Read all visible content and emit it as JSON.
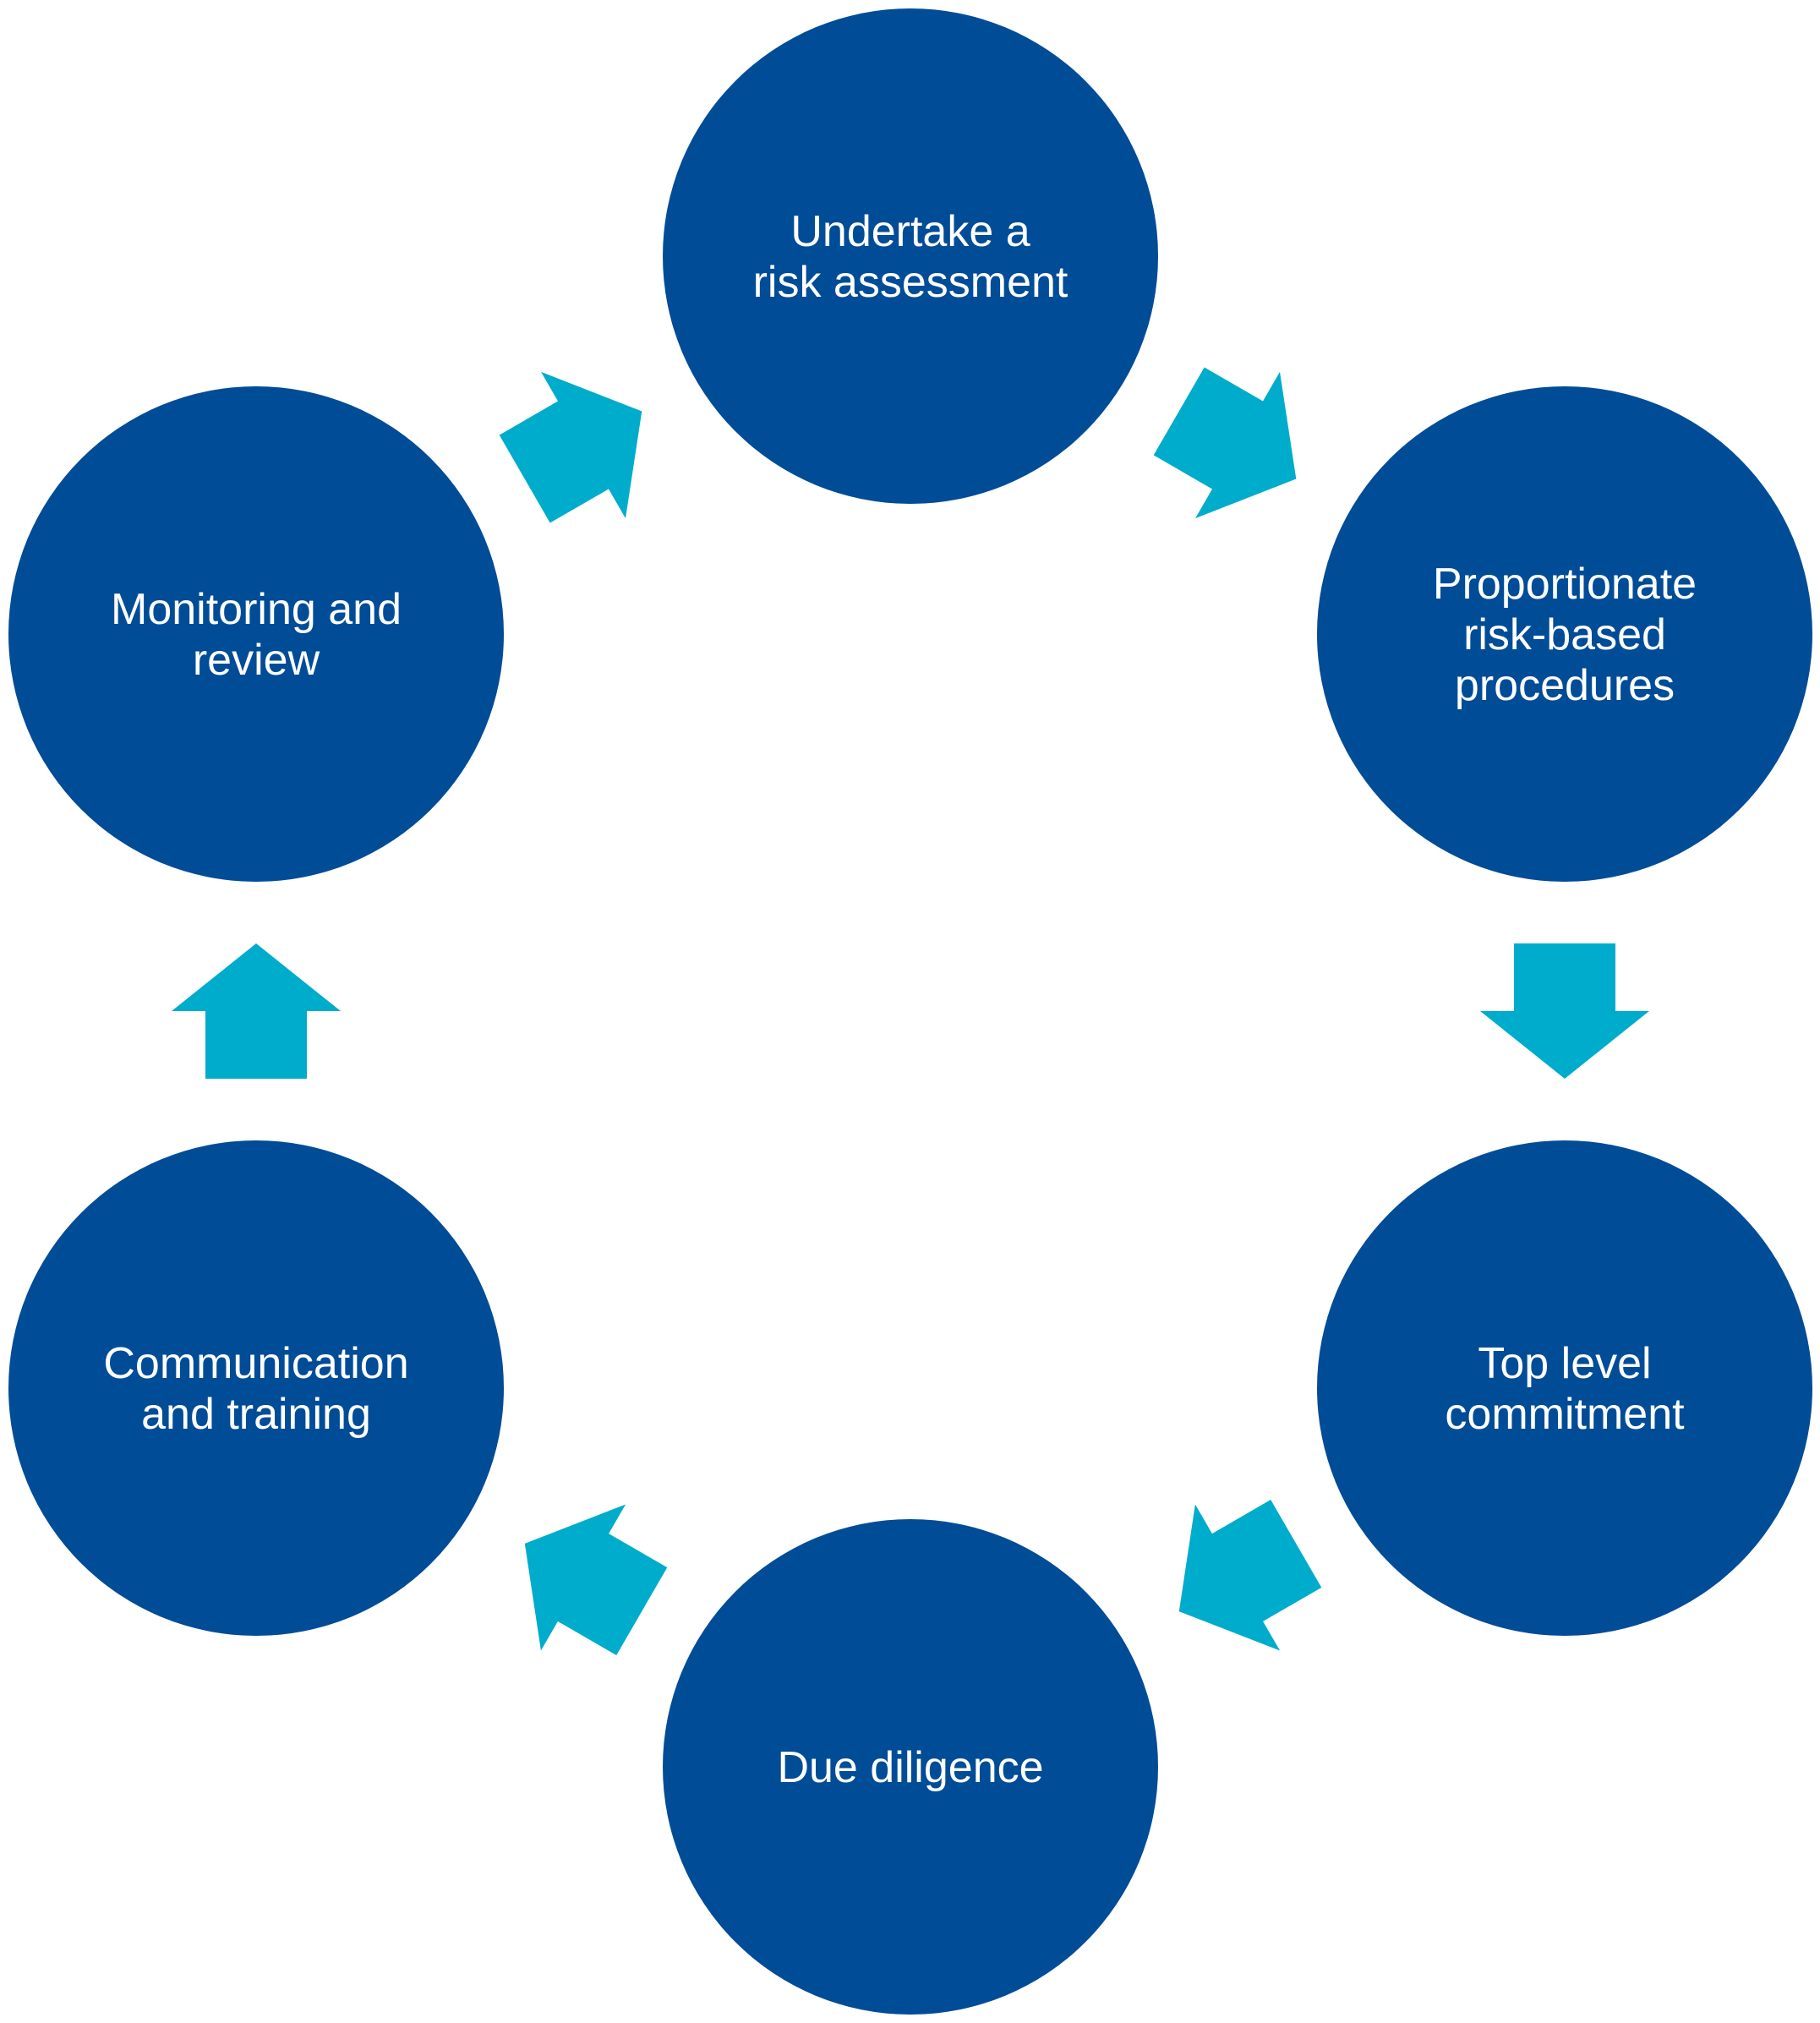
{
  "diagram": {
    "type": "cycle",
    "colors": {
      "node": "#004c97",
      "arrow": "#00accb",
      "text": "#ffffff",
      "background": "#ffffff"
    },
    "nodes": [
      {
        "id": "risk-assessment",
        "lines": [
          "Undertake a",
          "risk assessment"
        ]
      },
      {
        "id": "proportionate-procedures",
        "lines": [
          "Proportionate",
          "risk-based",
          "procedures"
        ]
      },
      {
        "id": "top-level-commitment",
        "lines": [
          "Top level",
          "commitment"
        ]
      },
      {
        "id": "due-diligence",
        "lines": [
          "Due diligence"
        ]
      },
      {
        "id": "communication-training",
        "lines": [
          "Communication",
          "and training"
        ]
      },
      {
        "id": "monitoring-review",
        "lines": [
          "Monitoring and",
          "review"
        ]
      }
    ],
    "edges": [
      {
        "from": "risk-assessment",
        "to": "proportionate-procedures"
      },
      {
        "from": "proportionate-procedures",
        "to": "top-level-commitment"
      },
      {
        "from": "top-level-commitment",
        "to": "due-diligence"
      },
      {
        "from": "due-diligence",
        "to": "communication-training"
      },
      {
        "from": "communication-training",
        "to": "monitoring-review"
      },
      {
        "from": "monitoring-review",
        "to": "risk-assessment"
      }
    ]
  }
}
